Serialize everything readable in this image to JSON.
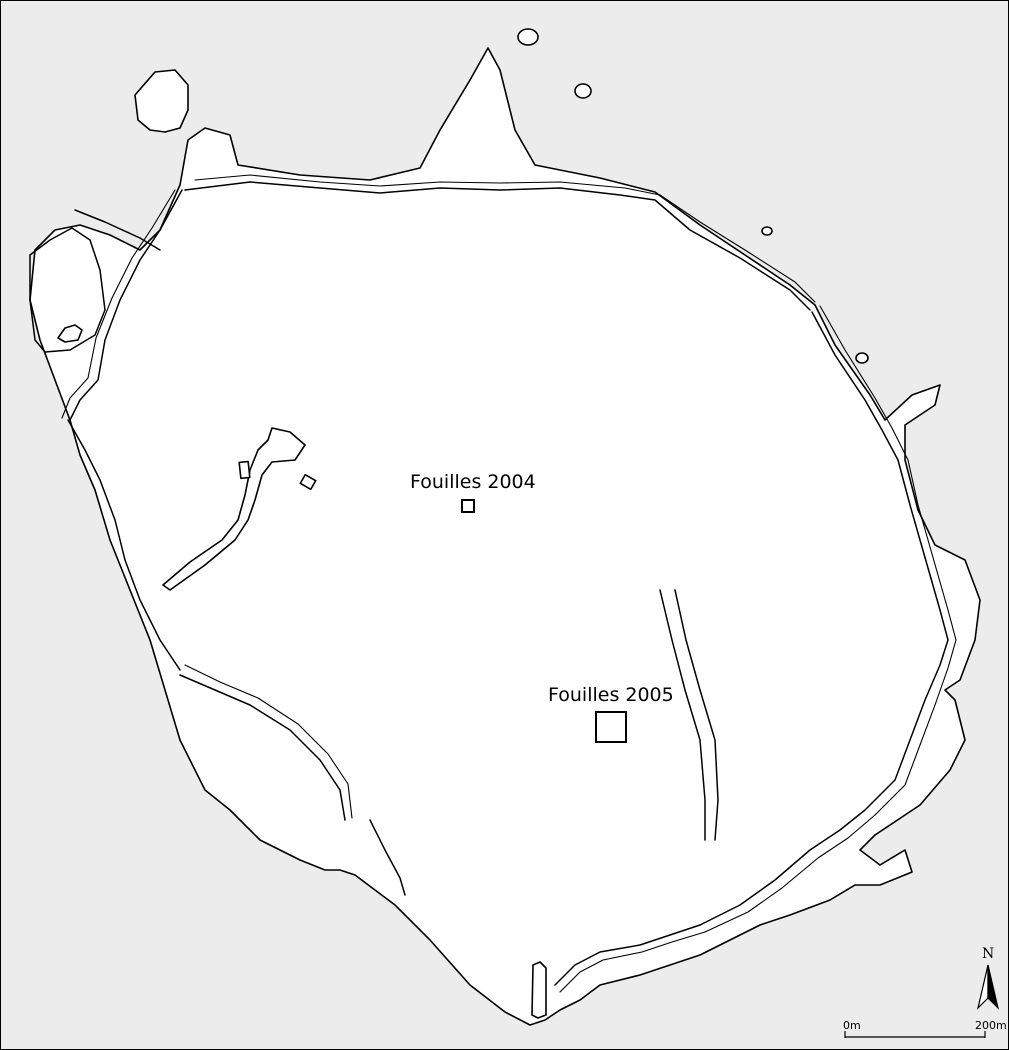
{
  "map": {
    "sites": [
      {
        "label": "Fouilles 2004"
      },
      {
        "label": "Fouilles 2005"
      }
    ],
    "north_arrow": {
      "letter": "N"
    },
    "scale_bar": {
      "start_label": "0m",
      "end_label": "200m"
    }
  },
  "colors": {
    "water": "#ececec",
    "land": "#ffffff",
    "outline": "#000000"
  }
}
